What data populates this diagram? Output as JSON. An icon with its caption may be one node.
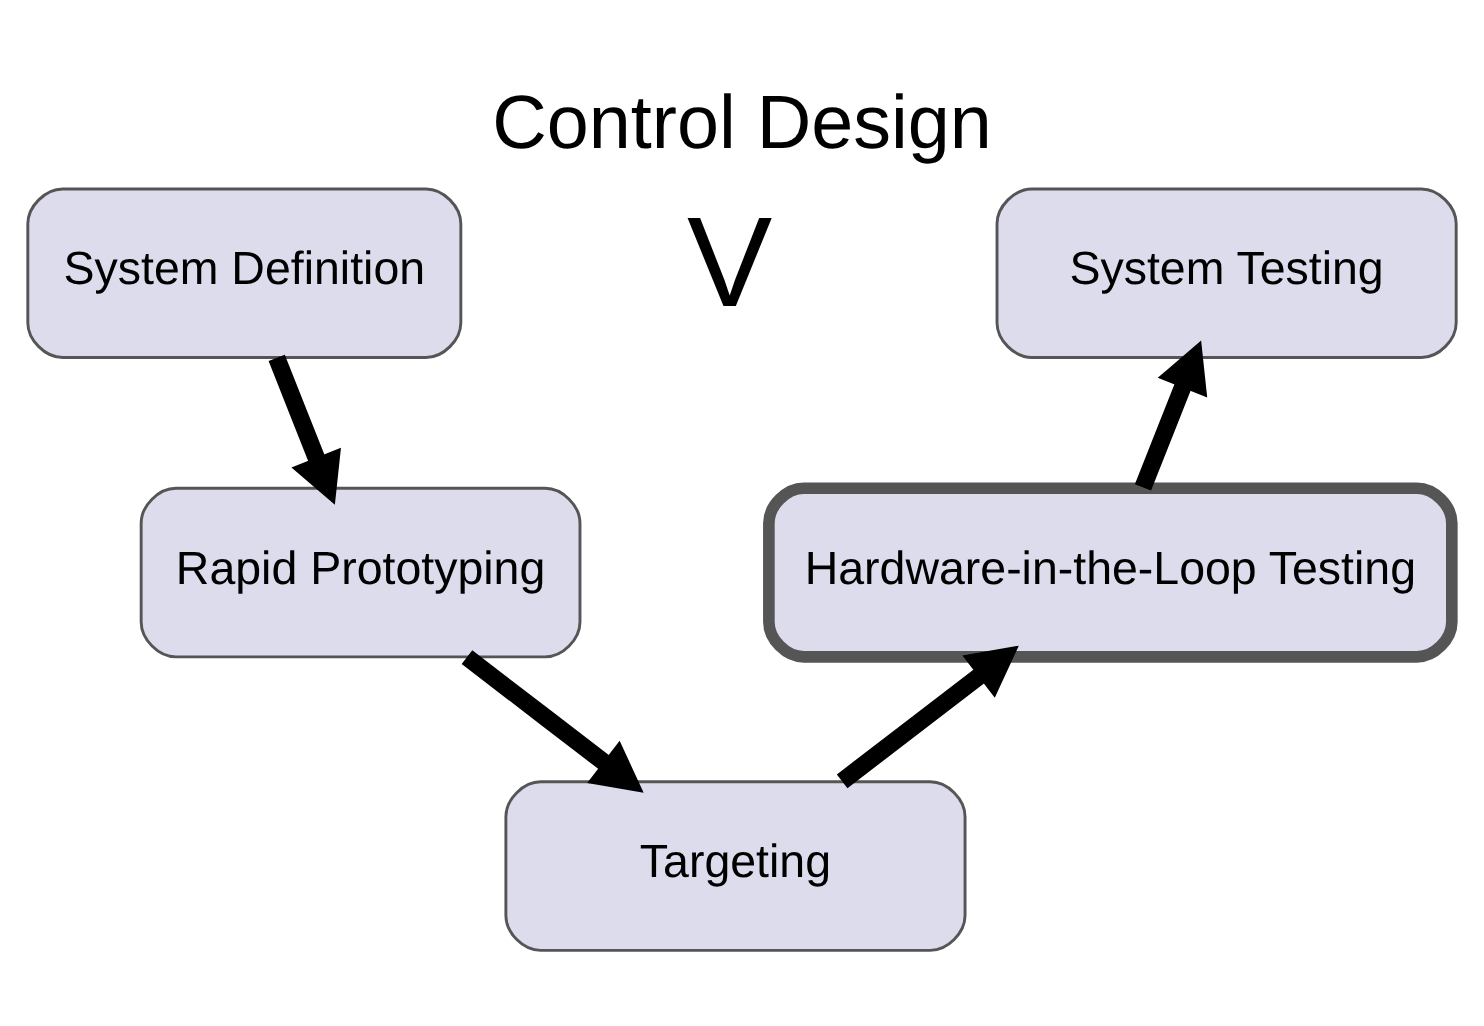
{
  "diagram": {
    "title": "Control Design",
    "nodes": [
      {
        "text": [
          "System Definition"
        ]
      },
      {
        "text": [
          "System Testing"
        ]
      },
      {
        "text": [
          "Rapid Prototyping"
        ]
      },
      {
        "text": [
          "Hardware-in-the-Loop Testing"
        ]
      },
      {
        "text": [
          "Targeting"
        ]
      }
    ],
    "edges": [
      {
        "from": 0,
        "to": 2,
        "arrow": "to"
      },
      {
        "from": 2,
        "to": 4,
        "arrow": "to"
      },
      {
        "from": 4,
        "to": 3,
        "arrow": "to"
      },
      {
        "from": 3,
        "to": 1,
        "arrow": "to"
      }
    ],
    "labels": [
      "V"
    ]
  }
}
